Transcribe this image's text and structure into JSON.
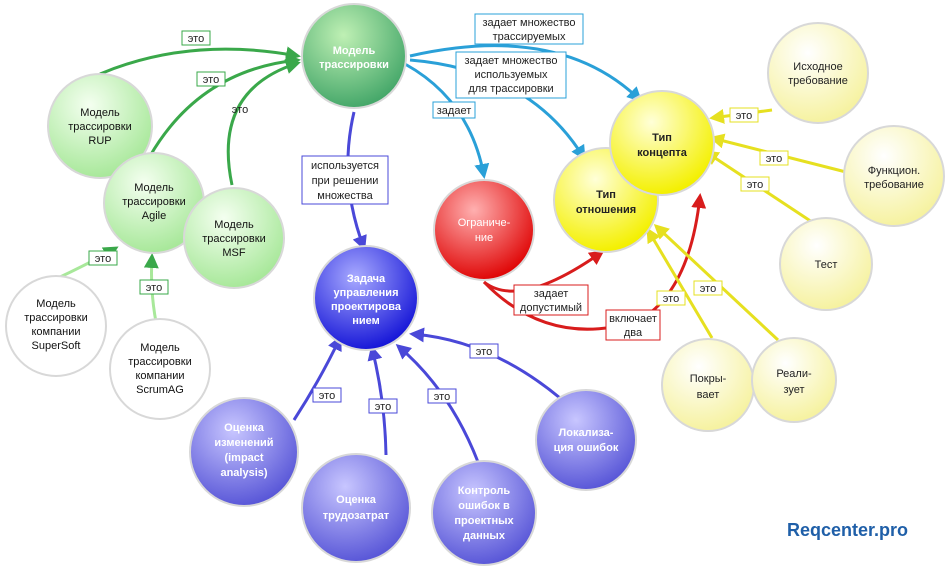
{
  "colors": {
    "green_arrow": "#3aa84a",
    "blue_arrow": "#2aa0d8",
    "purple_arrow": "#4a48d8",
    "red_arrow": "#d81c1c",
    "yellow_arrow": "#e6e020",
    "brand": "#1f5fa8"
  },
  "nodes": {
    "model_tracing": [
      "Модель",
      "трассировки"
    ],
    "model_rup": [
      "Модель",
      "трассировки",
      "RUP"
    ],
    "model_agile": [
      "Модель",
      "трассировки",
      "Agile"
    ],
    "model_msf": [
      "Модель",
      "трассировки",
      "MSF"
    ],
    "model_supersoft": [
      "Модель",
      "трассировки",
      "компании",
      "SuperSoft"
    ],
    "model_scrumag": [
      "Модель",
      "трассировки",
      "компании",
      "ScrumAG"
    ],
    "task_pm": [
      "Задача",
      "управления",
      "проектирова",
      "нием"
    ],
    "impact_analysis": [
      "Оценка",
      "изменений",
      "(impact",
      "analysis)"
    ],
    "effort_estimation": [
      "Оценка",
      "трудозатрат"
    ],
    "error_control": [
      "Контроль",
      "ошибок в",
      "проектных",
      "данных"
    ],
    "error_localization": [
      "Локализа-",
      "ция ошибок"
    ],
    "constraint": [
      "Ограниче-",
      "ние"
    ],
    "relation_type": [
      "Тип",
      "отношения"
    ],
    "concept_type": [
      "Тип",
      "концепта"
    ],
    "source_req": [
      "Исходное",
      "требование"
    ],
    "functional_req": [
      "Функцион.",
      "требование"
    ],
    "test": [
      "Тест"
    ],
    "covers": [
      "Покры-",
      "вает"
    ],
    "implements": [
      "Реали-",
      "зует"
    ]
  },
  "labels": {
    "eto": "это",
    "sets_many_traced": [
      "задает множество",
      "трассируемых"
    ],
    "sets_many_used": [
      "задает множество",
      "используемых",
      "для трассировки"
    ],
    "sets": "задает",
    "used_for_solving": [
      "используется",
      "при решении",
      "множества"
    ],
    "sets_allowed": [
      "задает",
      "допустимый"
    ],
    "includes_two": [
      "включает",
      "два"
    ]
  },
  "brand": "Reqcenter.pro"
}
